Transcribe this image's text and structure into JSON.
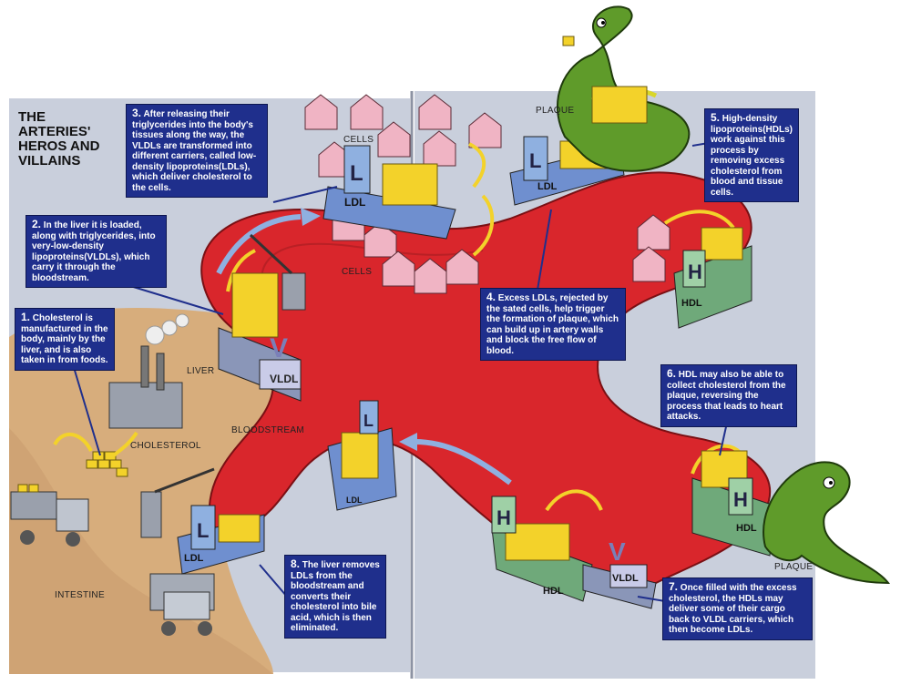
{
  "title": {
    "line1": "THE",
    "line2": "ARTERIES'",
    "line3": "HEROS AND",
    "line4": "VILLAINS"
  },
  "callouts": [
    {
      "num": "1.",
      "text": "Cholesterol is manufactured in the body, mainly by the liver, and is also taken in from foods."
    },
    {
      "num": "2.",
      "text": "In the liver it is loaded, along with triglycerides, into very-low-density lipoproteins(VLDLs), which carry it through the bloodstream."
    },
    {
      "num": "3.",
      "text": "After releasing their triglycerides into the body's tissues along the way, the VLDLs are transformed into different carriers, called low-density lipoproteins(LDLs), which deliver cholesterol to the cells."
    },
    {
      "num": "4.",
      "text": "Excess LDLs, rejected by the sated cells, help trigger the formation of plaque, which can build up in artery walls and block the free flow of blood."
    },
    {
      "num": "5.",
      "text": "High-density lipoproteins(HDLs) work against this process by removing excess cholesterol from blood and tissue cells."
    },
    {
      "num": "6.",
      "text": "HDL may also be able to collect cholesterol from the plaque, reversing the process that leads to heart attacks."
    },
    {
      "num": "7.",
      "text": "Once filled with the excess cholesterol, the HDLs may deliver some of their cargo back to VLDL carriers, which then become LDLs."
    },
    {
      "num": "8.",
      "text": "The liver removes LDLs from the bloodstream and converts their cholesterol into bile acid, which is then eliminated."
    }
  ],
  "labels": {
    "liver": "LIVER",
    "cholesterol": "CHOLESTEROL",
    "bloodstream": "BLOODSTREAM",
    "intestine": "INTESTINE",
    "cells_top": "CELLS",
    "cells_bottom": "CELLS",
    "plaque_top": "PLAQUE",
    "plaque_bottom": "PLAQUE"
  },
  "ships": {
    "vldl": "VLDL",
    "ldl_cells": "LDL",
    "ldl_plaque": "LDL",
    "ldl_river": "LDL",
    "ldl_liver": "LDL",
    "hdl_right": "HDL",
    "hdl_plaque": "HDL",
    "hdl_bottom": "HDL",
    "vldl_bottom": "VLDL",
    "letter_l": "L",
    "letter_h": "H",
    "letter_v": "V"
  },
  "colors": {
    "blood": "#d9262c",
    "callout": "#1f2f8c",
    "cholesterol": "#f3d22a",
    "ship_blue": "#6f8fcf",
    "ship_green": "#6fa97a",
    "monster": "#5f9b2a",
    "liver_ground": "#d9b07a"
  }
}
